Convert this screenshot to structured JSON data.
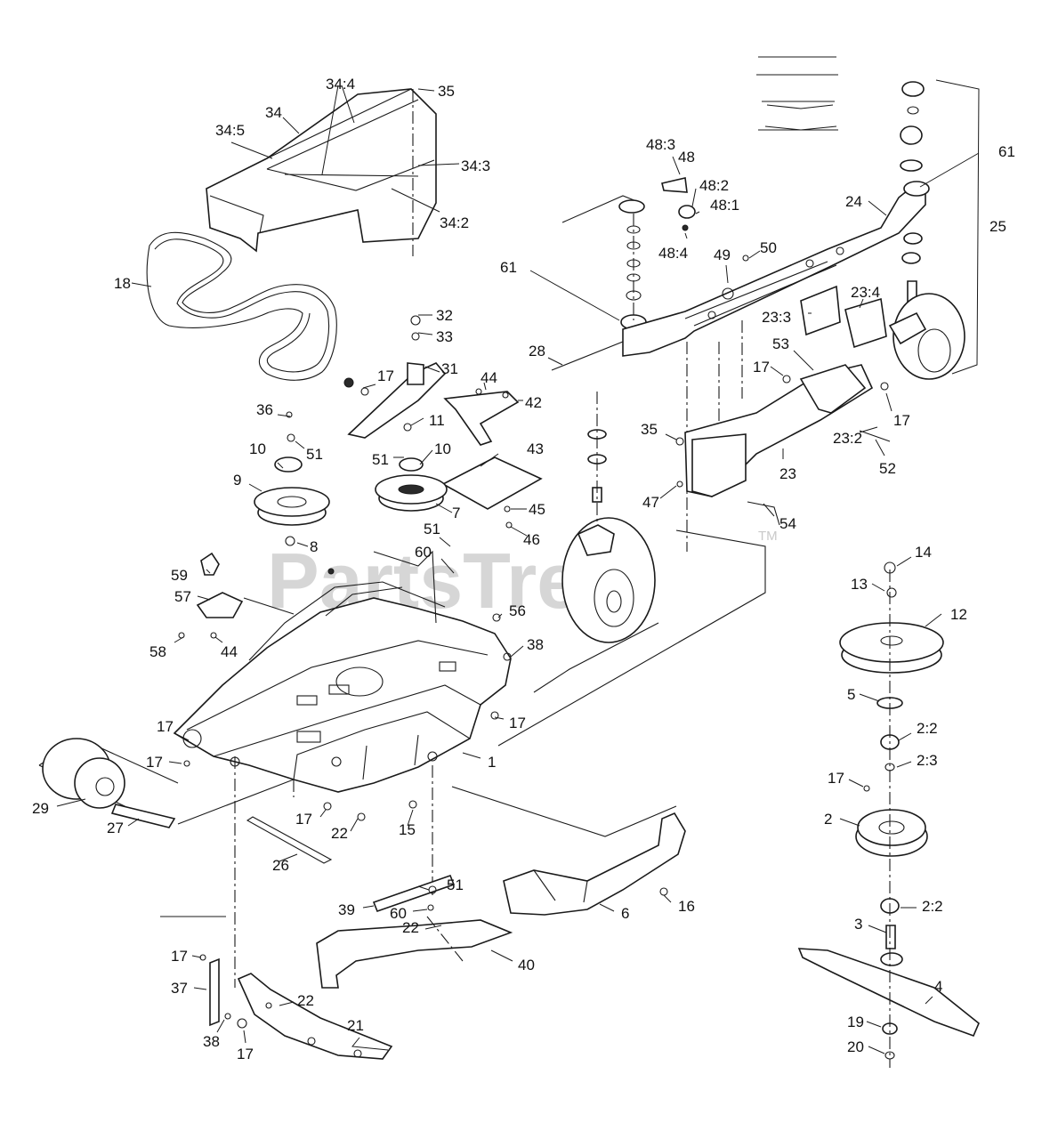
{
  "watermark": {
    "text": "PartsTree",
    "tm": "TM"
  },
  "labels": [
    {
      "id": "lbl-34-4",
      "text": "34:4"
    },
    {
      "id": "lbl-35-top",
      "text": "35"
    },
    {
      "id": "lbl-34",
      "text": "34"
    },
    {
      "id": "lbl-34-5",
      "text": "34:5"
    },
    {
      "id": "lbl-34-3",
      "text": "34:3"
    },
    {
      "id": "lbl-34-2",
      "text": "34:2"
    },
    {
      "id": "lbl-18",
      "text": "18"
    },
    {
      "id": "lbl-32",
      "text": "32"
    },
    {
      "id": "lbl-33",
      "text": "33"
    },
    {
      "id": "lbl-31",
      "text": "31"
    },
    {
      "id": "lbl-17-a",
      "text": "17"
    },
    {
      "id": "lbl-36",
      "text": "36"
    },
    {
      "id": "lbl-51-a",
      "text": "51"
    },
    {
      "id": "lbl-10-a",
      "text": "10"
    },
    {
      "id": "lbl-9",
      "text": "9"
    },
    {
      "id": "lbl-8",
      "text": "8"
    },
    {
      "id": "lbl-11",
      "text": "11"
    },
    {
      "id": "lbl-51-b",
      "text": "51"
    },
    {
      "id": "lbl-10-b",
      "text": "10"
    },
    {
      "id": "lbl-7",
      "text": "7"
    },
    {
      "id": "lbl-44-a",
      "text": "44"
    },
    {
      "id": "lbl-42",
      "text": "42"
    },
    {
      "id": "lbl-43",
      "text": "43"
    },
    {
      "id": "lbl-45",
      "text": "45"
    },
    {
      "id": "lbl-46",
      "text": "46"
    },
    {
      "id": "lbl-28",
      "text": "28"
    },
    {
      "id": "lbl-61-a",
      "text": "61"
    },
    {
      "id": "lbl-48-3",
      "text": "48:3"
    },
    {
      "id": "lbl-48",
      "text": "48"
    },
    {
      "id": "lbl-48-2",
      "text": "48:2"
    },
    {
      "id": "lbl-48-1",
      "text": "48:1"
    },
    {
      "id": "lbl-48-4",
      "text": "48:4"
    },
    {
      "id": "lbl-49",
      "text": "49"
    },
    {
      "id": "lbl-50",
      "text": "50"
    },
    {
      "id": "lbl-61-b",
      "text": "61"
    },
    {
      "id": "lbl-24",
      "text": "24"
    },
    {
      "id": "lbl-25",
      "text": "25"
    },
    {
      "id": "lbl-23-4",
      "text": "23:4"
    },
    {
      "id": "lbl-23-3",
      "text": "23:3"
    },
    {
      "id": "lbl-53",
      "text": "53"
    },
    {
      "id": "lbl-17-b",
      "text": "17"
    },
    {
      "id": "lbl-17-c",
      "text": "17"
    },
    {
      "id": "lbl-35-b",
      "text": "35"
    },
    {
      "id": "lbl-23-2",
      "text": "23:2"
    },
    {
      "id": "lbl-23",
      "text": "23"
    },
    {
      "id": "lbl-52",
      "text": "52"
    },
    {
      "id": "lbl-47",
      "text": "47"
    },
    {
      "id": "lbl-54",
      "text": "54"
    },
    {
      "id": "lbl-51-c",
      "text": "51"
    },
    {
      "id": "lbl-60-a",
      "text": "60"
    },
    {
      "id": "lbl-59",
      "text": "59"
    },
    {
      "id": "lbl-57",
      "text": "57"
    },
    {
      "id": "lbl-56",
      "text": "56"
    },
    {
      "id": "lbl-58",
      "text": "58"
    },
    {
      "id": "lbl-44-b",
      "text": "44"
    },
    {
      "id": "lbl-38-a",
      "text": "38"
    },
    {
      "id": "lbl-17-d",
      "text": "17"
    },
    {
      "id": "lbl-17-e",
      "text": "17"
    },
    {
      "id": "lbl-1",
      "text": "1"
    },
    {
      "id": "lbl-17-f",
      "text": "17"
    },
    {
      "id": "lbl-29",
      "text": "29"
    },
    {
      "id": "lbl-27",
      "text": "27"
    },
    {
      "id": "lbl-17-g",
      "text": "17"
    },
    {
      "id": "lbl-22-a",
      "text": "22"
    },
    {
      "id": "lbl-15",
      "text": "15"
    },
    {
      "id": "lbl-26",
      "text": "26"
    },
    {
      "id": "lbl-39",
      "text": "39"
    },
    {
      "id": "lbl-51-d",
      "text": "51"
    },
    {
      "id": "lbl-60-b",
      "text": "60"
    },
    {
      "id": "lbl-22-b",
      "text": "22"
    },
    {
      "id": "lbl-6",
      "text": "6"
    },
    {
      "id": "lbl-16",
      "text": "16"
    },
    {
      "id": "lbl-40",
      "text": "40"
    },
    {
      "id": "lbl-17-h",
      "text": "17"
    },
    {
      "id": "lbl-37",
      "text": "37"
    },
    {
      "id": "lbl-22-c",
      "text": "22"
    },
    {
      "id": "lbl-21",
      "text": "21"
    },
    {
      "id": "lbl-38-b",
      "text": "38"
    },
    {
      "id": "lbl-17-i",
      "text": "17"
    },
    {
      "id": "lbl-14",
      "text": "14"
    },
    {
      "id": "lbl-13",
      "text": "13"
    },
    {
      "id": "lbl-12",
      "text": "12"
    },
    {
      "id": "lbl-5",
      "text": "5"
    },
    {
      "id": "lbl-2-2-a",
      "text": "2:2"
    },
    {
      "id": "lbl-2-3",
      "text": "2:3"
    },
    {
      "id": "lbl-17-j",
      "text": "17"
    },
    {
      "id": "lbl-2",
      "text": "2"
    },
    {
      "id": "lbl-2-2-b",
      "text": "2:2"
    },
    {
      "id": "lbl-3",
      "text": "3"
    },
    {
      "id": "lbl-4",
      "text": "4"
    },
    {
      "id": "lbl-19",
      "text": "19"
    },
    {
      "id": "lbl-20",
      "text": "20"
    }
  ]
}
